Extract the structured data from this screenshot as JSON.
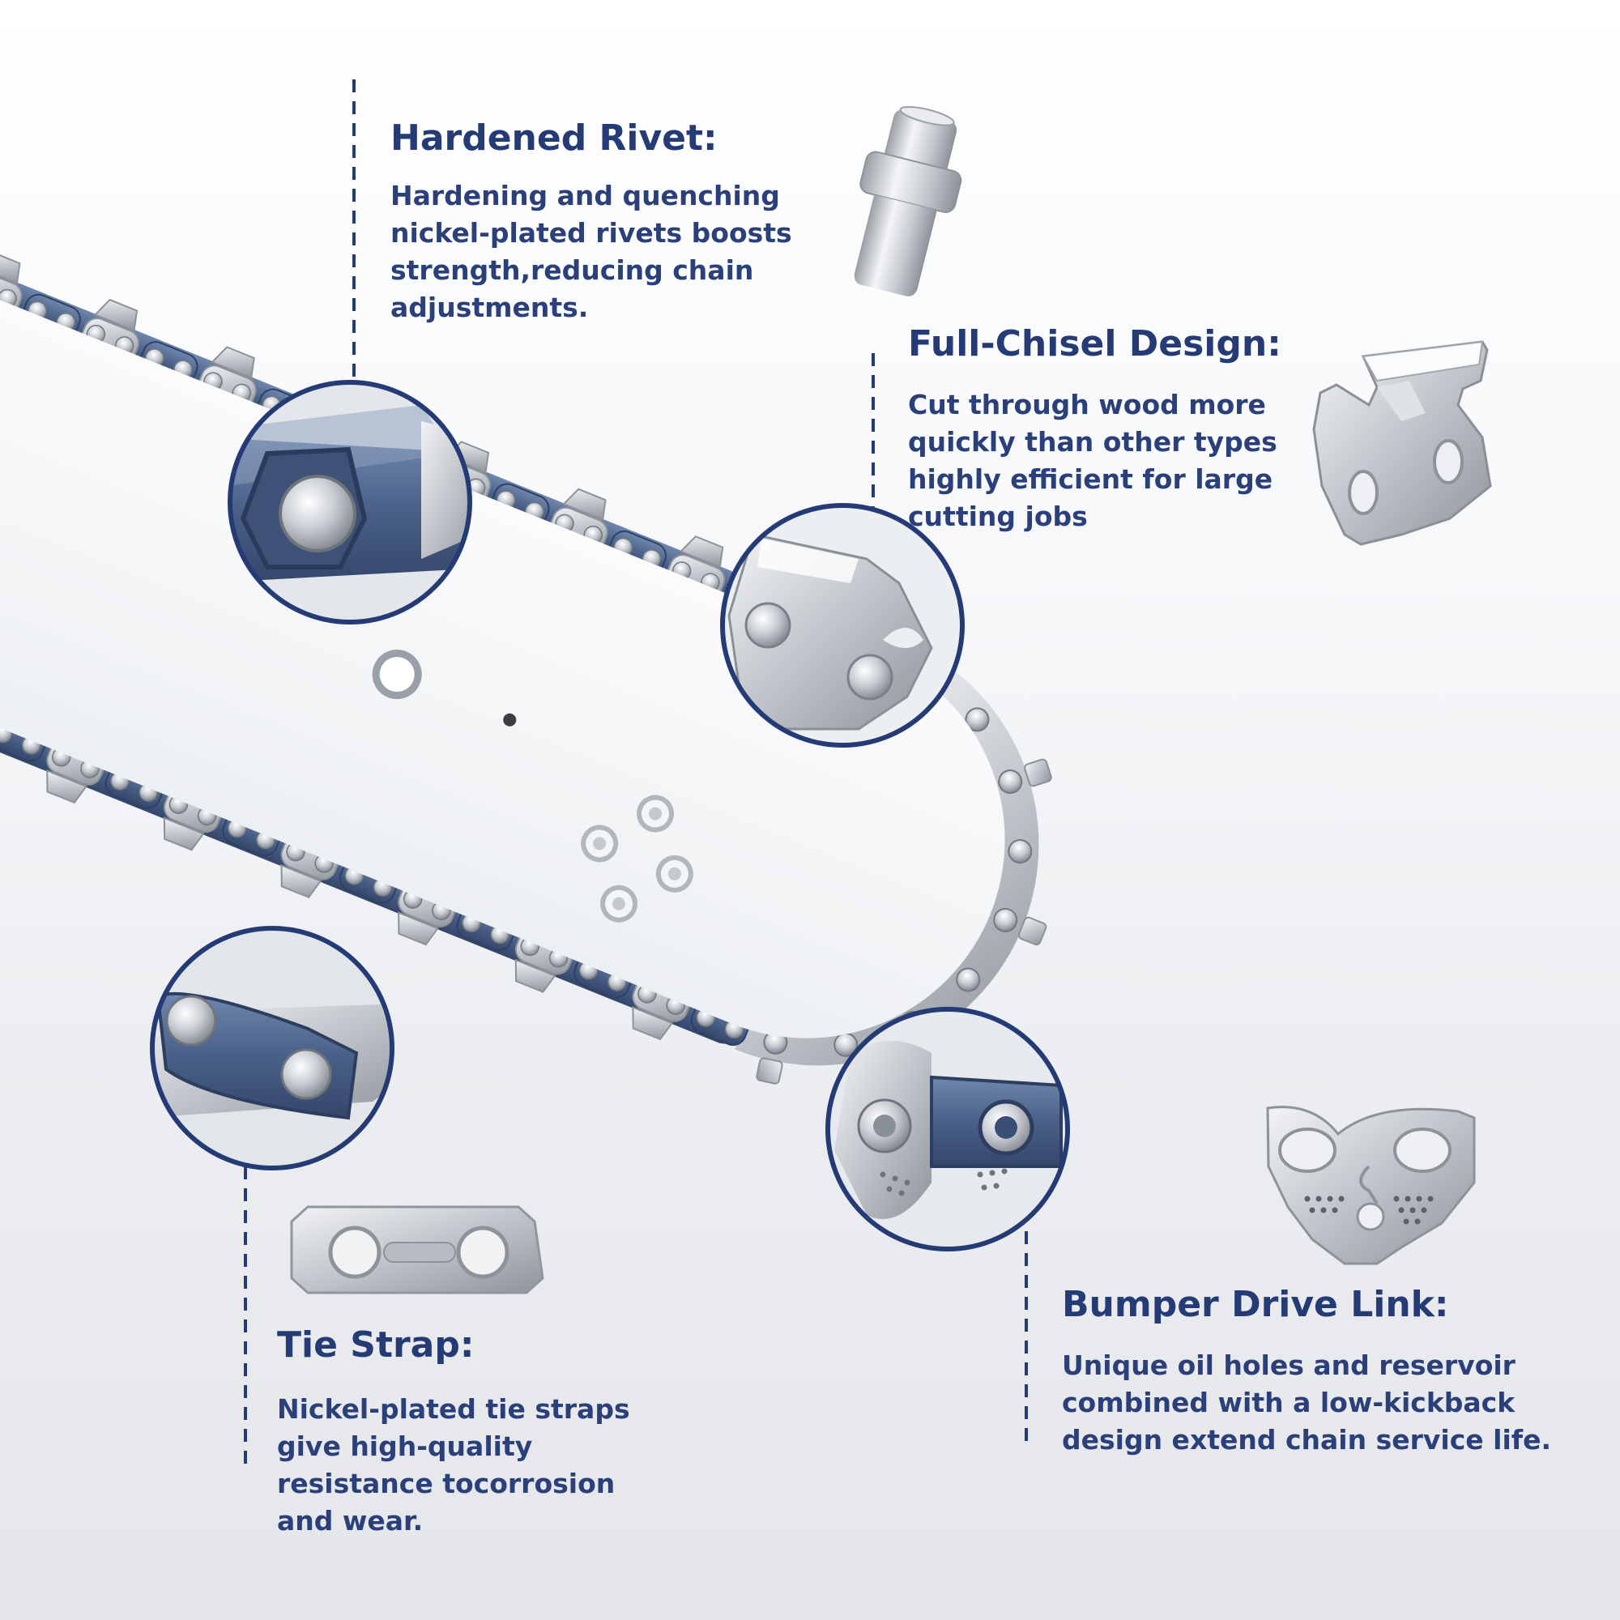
{
  "features": {
    "rivet": {
      "title": "Hardened Rivet:",
      "description": "Hardening and quenching nickel-plated rivets boosts strength,reducing chain adjustments."
    },
    "chisel": {
      "title": "Full-Chisel Design:",
      "description": "Cut through wood more quickly than other types highly efficient for large cutting jobs"
    },
    "tie_strap": {
      "title": "Tie Strap:",
      "description": "Nickel-plated tie straps give high-quality resistance tocorrosion and wear."
    },
    "bumper": {
      "title": "Bumper Drive Link:",
      "description": "Unique oil holes and reservoir combined with a low-kickback design extend chain service life."
    }
  },
  "colors": {
    "text": "#253b76",
    "chain_blue": "#4e6590",
    "steel": "#c3c7cd",
    "circle_border": "#253b76"
  },
  "icons": [
    "rivet-icon",
    "chisel-cutter-icon",
    "tie-strap-icon",
    "bumper-drive-link-icon"
  ]
}
